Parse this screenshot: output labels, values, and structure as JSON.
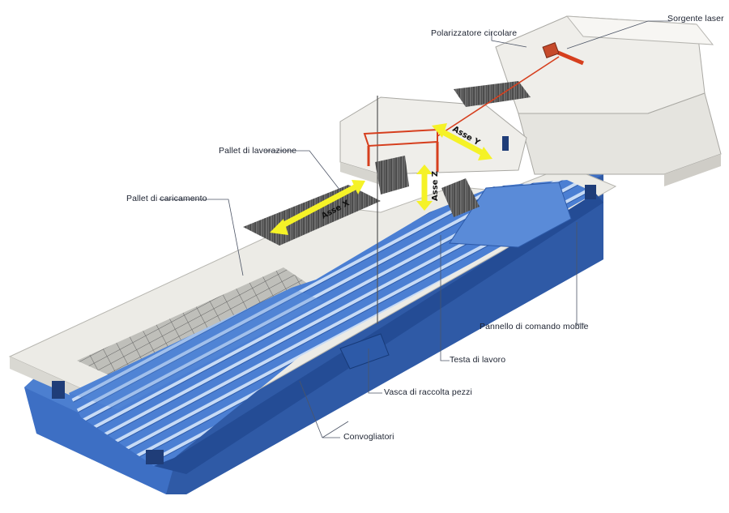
{
  "labels": {
    "sorgente_laser": "Sorgente laser",
    "polarizzatore": "Polarizzatore circolare",
    "pallet_lavorazione": "Pallet di lavorazione",
    "pallet_caricamento": "Pallet di caricamento",
    "pannello_comando": "Pannello di comando mobile",
    "testa_lavoro": "Testa di lavoro",
    "vasca_raccolta": "Vasca di raccolta pezzi",
    "convogliatori": "Convogliatori"
  },
  "axes": {
    "x": "Asse X",
    "y": "Asse Y",
    "z": "Asse Z"
  },
  "colors": {
    "machine_blue": "#3d6fc4",
    "top_grey": "#ecebe6",
    "arrow_yellow": "#f5f227",
    "beam_red": "#d63f1e"
  }
}
